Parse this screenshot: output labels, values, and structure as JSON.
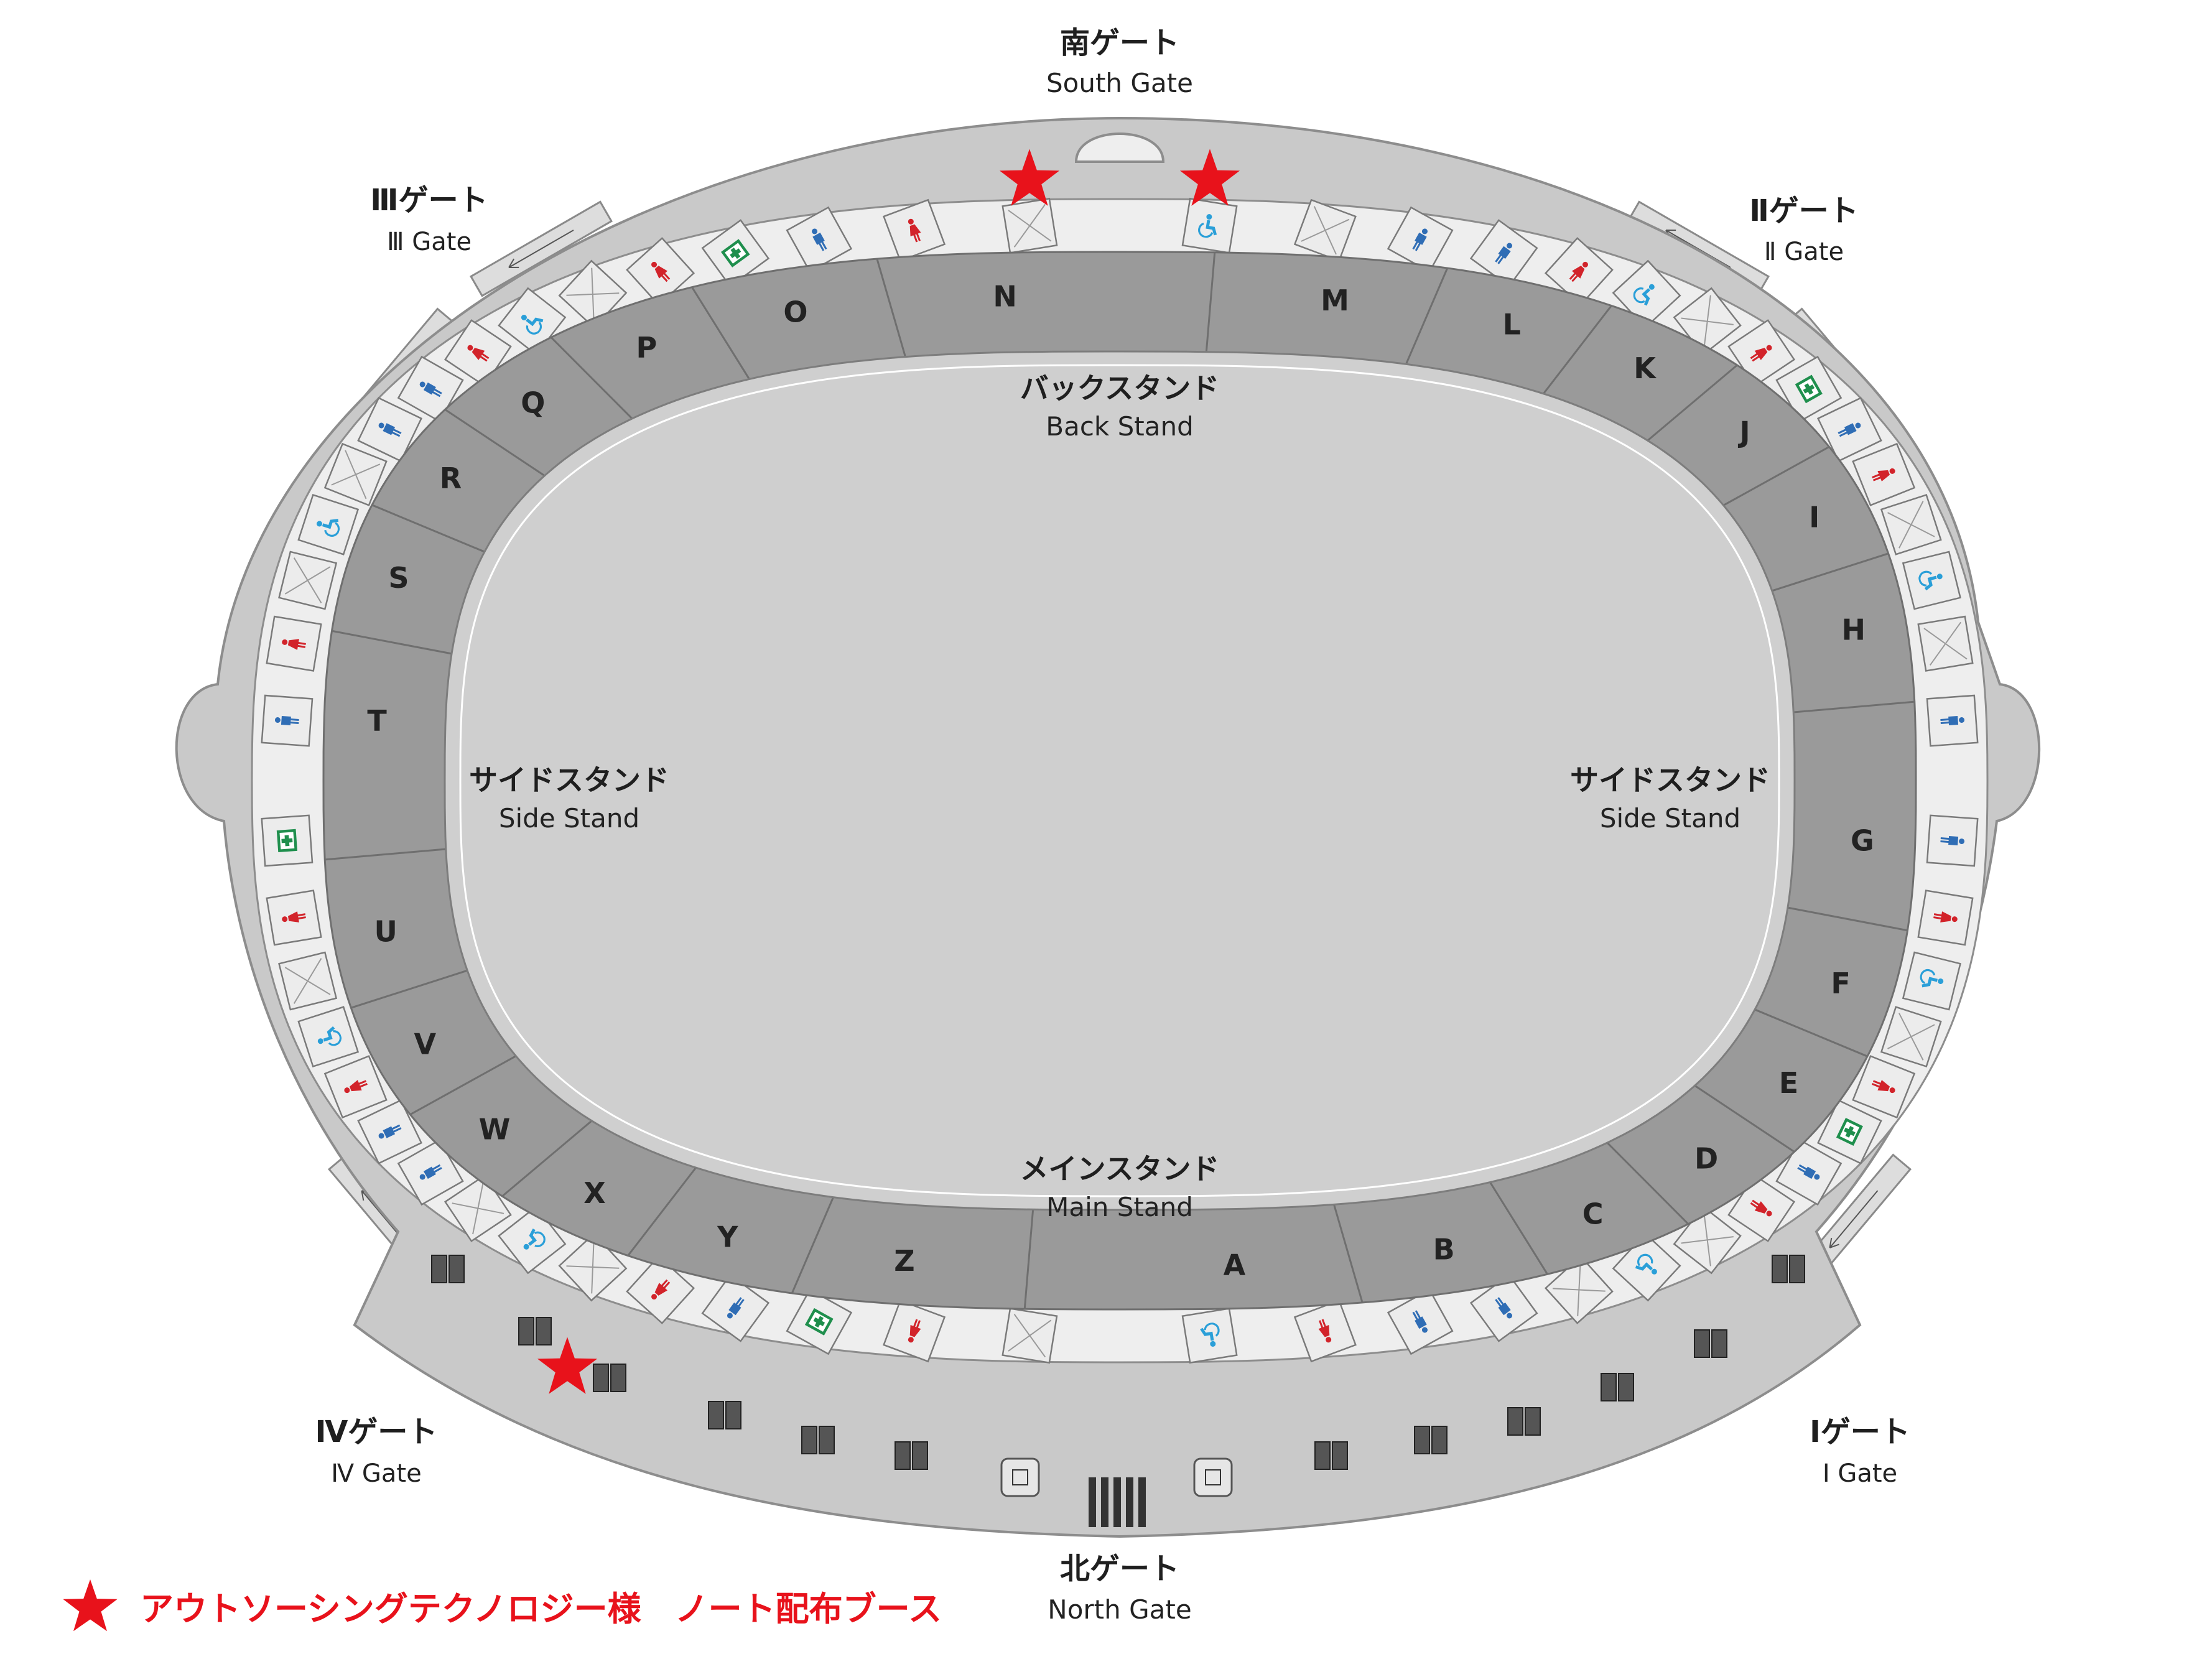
{
  "colors": {
    "concourse": "#c9c9c9",
    "concourse_stroke": "#8d8d8d",
    "seating": "#9a9a9a",
    "field": "#cfcfcf",
    "facility_box": "#eeeeee",
    "male": "#2f6db5",
    "female": "#d2232a",
    "accessible": "#2a9fd8",
    "accessible_green": "#3aa55a",
    "first_aid": "#1f8f4d",
    "marker": "#e8121b",
    "legend": "#e8121b"
  },
  "gates": {
    "south": {
      "ja": "南ゲート",
      "en": "South Gate"
    },
    "gate2": {
      "ja": "Ⅱゲート",
      "en": "Ⅱ Gate"
    },
    "gate3": {
      "ja": "Ⅲゲート",
      "en": "Ⅲ Gate"
    },
    "gate4": {
      "ja": "Ⅳゲート",
      "en": "Ⅳ Gate"
    },
    "gate1": {
      "ja": "Ⅰゲート",
      "en": "Ⅰ Gate"
    },
    "north": {
      "ja": "北ゲート",
      "en": "North Gate"
    }
  },
  "stands": {
    "back": {
      "ja": "バックスタンド",
      "en": "Back Stand"
    },
    "side_left": {
      "ja": "サイドスタンド",
      "en": "Side Stand"
    },
    "side_right": {
      "ja": "サイドスタンド",
      "en": "Side Stand"
    },
    "main": {
      "ja": "メインスタンド",
      "en": "Main Stand"
    }
  },
  "sections": [
    "A",
    "B",
    "C",
    "D",
    "E",
    "F",
    "G",
    "H",
    "I",
    "J",
    "K",
    "L",
    "M",
    "N",
    "O",
    "P",
    "Q",
    "R",
    "S",
    "T",
    "U",
    "V",
    "W",
    "X",
    "Y",
    "Z"
  ],
  "icons": {
    "male": "male-restroom-icon",
    "female": "female-restroom-icon",
    "accessible": "accessible-restroom-icon",
    "first_aid": "first-aid-room-icon",
    "stairs": "stairs-icon",
    "elevator": "elevator-icon",
    "marker": "star-marker-icon"
  },
  "legend": {
    "label": "アウトソーシングテクノロジー様　ノート配布ブース"
  }
}
